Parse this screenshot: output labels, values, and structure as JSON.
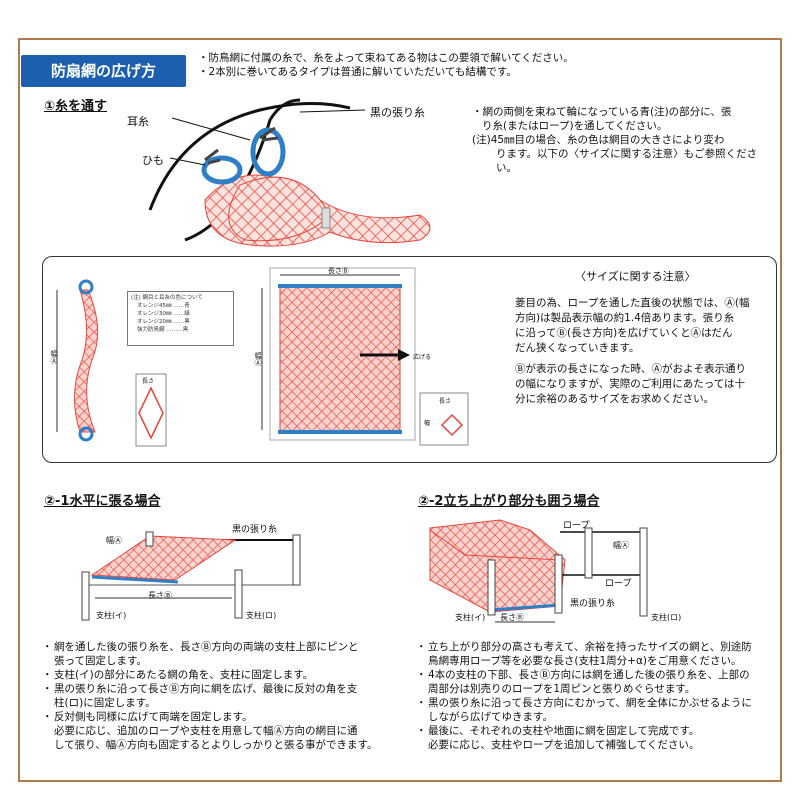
{
  "title": "防扇網の広げ方",
  "intro": [
    "・防鳥網に付属の糸で、糸をよって束ねてある物はこの要領で解いてください。",
    "・2本別に巻いてあるタイプは普通に解いていただいても結構です。"
  ],
  "step1": {
    "heading": "①糸を通す",
    "label_mimi": "耳糸",
    "label_himo": "ひも",
    "label_kuro": "黒の張り糸",
    "text": [
      "・網の両側を束ねて輪になっている青(注)の部分に、張",
      "り糸(またはロープ)を通してください。",
      "(注)45㎜目の場合、糸の色は網目の大きさにより変わ",
      "ります。以下の〈サイズに関する注意〉もご参照くださ",
      "い。"
    ]
  },
  "size_note": {
    "heading": "〈サイズに関する注意〉",
    "p1": [
      "菱目の為、ロープを通した直後の状態では、Ⓐ(幅",
      "方向)は製品表示幅の約1.4倍あります。張り糸",
      "に沿ってⒷ(長さ方向)を広げていくとⒶはだん",
      "だん狭くなっていきます。"
    ],
    "p2": [
      "Ⓑが表示の長さになった時、Ⓐがおよそ表示通り",
      "の幅になりますが、実際のご利用にあたっては十",
      "分に余裕のあるサイズをお求めください。"
    ],
    "legend": [
      "(注) 網目と耳糸の色について",
      "オレンジ45㎜ ……青",
      "オレンジ30㎜ ……緑",
      "オレンジ20㎜ ……黒",
      "強力防鳥網 ………黒"
    ],
    "label_haba": "幅Ⓐ",
    "label_nagasa": "長さⒷ",
    "label_hirogeru": "広げる",
    "label_naga_small": "長さ",
    "label_haba_small": "幅"
  },
  "step2_1": {
    "heading": "②-1水平に張る場合",
    "label_kuro": "黒の張り糸",
    "label_haba": "幅Ⓐ",
    "label_nagasa": "長さⒷ",
    "label_shichu_i": "支柱(イ)",
    "label_shichu_ro": "支柱(ロ)",
    "text": [
      "網を通した後の張り糸を、長さⒷ方向の両端の支柱上部にピンと",
      "張って固定します。",
      "支柱(イ)の部分にあたる網の角を、支柱に固定します。",
      "黒の張り糸に沿って長さⒷ方向に網を広げ、最後に反対の角を支",
      "柱(ロ)に固定します。",
      "反対側も同様に広げて両端を固定します。",
      "必要に応じ、追加のロープや支柱を用意して幅Ⓐ方向の網目に通",
      "して張り、幅Ⓐ方向も固定するとよりしっかりと張る事ができます。"
    ]
  },
  "step2_2": {
    "heading": "②-2立ち上がり部分も囲う場合",
    "label_rope1": "ロープ",
    "label_rope2": "ロープ",
    "label_haba": "幅Ⓐ",
    "label_kuro": "黒の張り糸",
    "label_nagasa": "長さⒷ",
    "label_shichu_i": "支柱(イ)",
    "label_shichu_ro": "支柱(ロ)",
    "text": [
      "立ち上がり部分の高さも考えて、余裕を持ったサイズの網と、別途防",
      "鳥網専用ロープ等を必要な長さ(支柱1周分+α)をご用意ください。",
      "4本の支柱の下部、長さⒷ方向には網を通した後の張り糸を、上部の",
      "周部分は別売りのロープを1周ピンと張りめぐらせます。",
      "黒の張り糸に沿って長さ方向にむかって、網を全体にかぶせるように",
      "しながら広げてゆきます。",
      "最後に、それぞれの支柱や地面に網を固定して完成です。",
      "必要に応じ、支柱やロープを追加して補強してください。"
    ]
  },
  "colors": {
    "net": "#e8443a",
    "blue": "#2f7fc6",
    "title_bg": "#1b5fae",
    "frame": "#b07a4a"
  }
}
